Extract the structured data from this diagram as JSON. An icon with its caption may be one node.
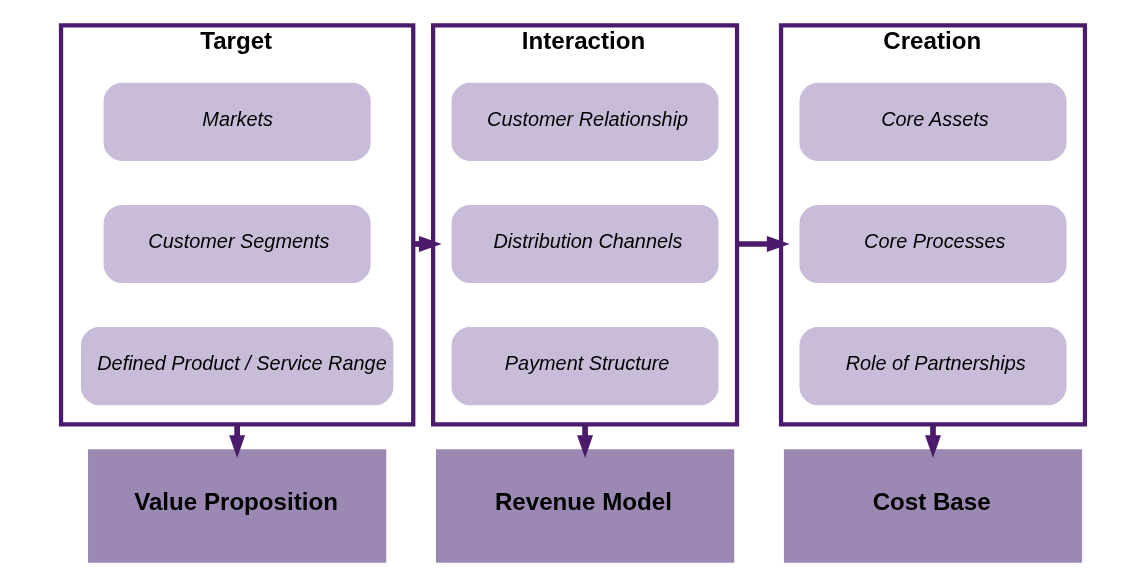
{
  "diagram": {
    "nodes": [
      {
        "text": [
          "Target"
        ]
      },
      {
        "text": [
          "Markets"
        ],
        "in": 0
      },
      {
        "text": [
          "Customer Segments"
        ],
        "in": 0
      },
      {
        "text": [
          "Defined Product / Service Range"
        ],
        "in": 0
      },
      {
        "text": [
          "Interaction"
        ]
      },
      {
        "text": [
          "Customer Relationship"
        ],
        "in": 4
      },
      {
        "text": [
          "Distribution Channels"
        ],
        "in": 4
      },
      {
        "text": [
          "Payment Structure"
        ],
        "in": 4
      },
      {
        "text": [
          "Creation"
        ]
      },
      {
        "text": [
          "Core Assets"
        ],
        "in": 8
      },
      {
        "text": [
          "Core Processes"
        ],
        "in": 8
      },
      {
        "text": [
          "Role of Partnerships"
        ],
        "in": 8
      },
      {
        "text": [
          "Value Proposition"
        ]
      },
      {
        "text": [
          "Revenue Model"
        ]
      },
      {
        "text": [
          "Cost Base"
        ]
      }
    ],
    "edges": [
      {
        "from": 0,
        "to": 4,
        "arrow": "to"
      },
      {
        "from": 4,
        "to": 8,
        "arrow": "to"
      },
      {
        "from": 0,
        "to": 12,
        "arrow": "to"
      },
      {
        "from": 4,
        "to": 13,
        "arrow": "to"
      },
      {
        "from": 8,
        "to": 14,
        "arrow": "to"
      }
    ]
  }
}
